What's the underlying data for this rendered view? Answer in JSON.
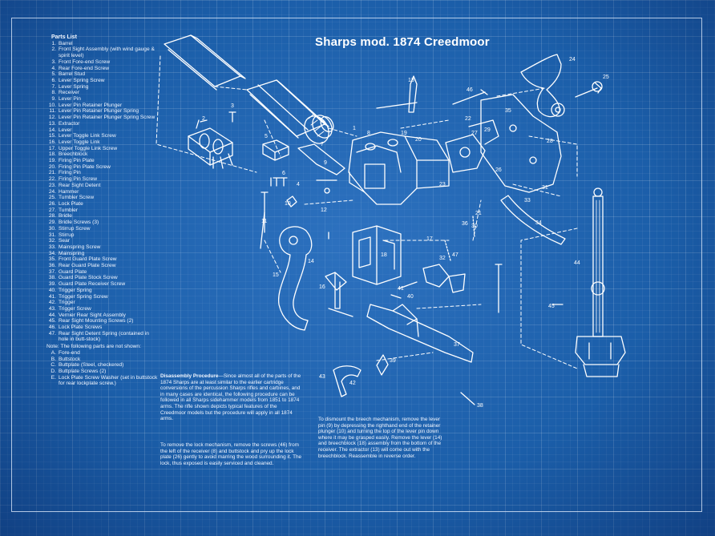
{
  "title": "Sharps mod. 1874 Creedmoor",
  "parts_list": {
    "heading": "Parts List",
    "items": [
      {
        "n": "1.",
        "t": "Barrel"
      },
      {
        "n": "2.",
        "t": "Front Sight Assembly (with wind gauge & spirit level)"
      },
      {
        "n": "3.",
        "t": "Front Fore-end Screw"
      },
      {
        "n": "4.",
        "t": "Rear Fore-end Screw"
      },
      {
        "n": "5.",
        "t": "Barrel Stud"
      },
      {
        "n": "6.",
        "t": "Lever Spring Screw"
      },
      {
        "n": "7.",
        "t": "Lever Spring"
      },
      {
        "n": "8.",
        "t": "Receiver"
      },
      {
        "n": "9.",
        "t": "Lever Pin"
      },
      {
        "n": "10.",
        "t": "Lever Pin Retainer Plunger"
      },
      {
        "n": "11.",
        "t": "Lever Pin Retainer Plunger Spring"
      },
      {
        "n": "12.",
        "t": "Lever Pin Retainer Plunger Spring Screw"
      },
      {
        "n": "13.",
        "t": "Extractor"
      },
      {
        "n": "14.",
        "t": "Lever"
      },
      {
        "n": "15.",
        "t": "Lever Toggle Link Screw"
      },
      {
        "n": "16.",
        "t": "Lever Toggle Link"
      },
      {
        "n": "17.",
        "t": "Upper Toggle Link Screw"
      },
      {
        "n": "18.",
        "t": "Breechblock"
      },
      {
        "n": "19.",
        "t": "Firing Pin Plate"
      },
      {
        "n": "20.",
        "t": "Firing Pin Plate Screw"
      },
      {
        "n": "21.",
        "t": "Firing Pin"
      },
      {
        "n": "22.",
        "t": "Firing Pin Screw"
      },
      {
        "n": "23.",
        "t": "Rear Sight Detent"
      },
      {
        "n": "24.",
        "t": "Hammer"
      },
      {
        "n": "25.",
        "t": "Tumbler Screw"
      },
      {
        "n": "26.",
        "t": "Lock Plate"
      },
      {
        "n": "27.",
        "t": "Tumbler"
      },
      {
        "n": "28.",
        "t": "Bridle"
      },
      {
        "n": "29.",
        "t": "Bridle Screws (3)"
      },
      {
        "n": "30.",
        "t": "Stirrup Screw"
      },
      {
        "n": "31.",
        "t": "Stirrup"
      },
      {
        "n": "32.",
        "t": "Sear"
      },
      {
        "n": "33.",
        "t": "Mainspring Screw"
      },
      {
        "n": "34.",
        "t": "Mainspring"
      },
      {
        "n": "35.",
        "t": "Front Guard Plate Screw"
      },
      {
        "n": "36.",
        "t": "Rear Guard Plate Screw"
      },
      {
        "n": "37.",
        "t": "Guard Plate"
      },
      {
        "n": "38.",
        "t": "Guard Plate Stock Screw"
      },
      {
        "n": "39.",
        "t": "Guard Plate Receiver Screw"
      },
      {
        "n": "40.",
        "t": "Trigger Spring"
      },
      {
        "n": "41.",
        "t": "Trigger Spring Screw"
      },
      {
        "n": "42.",
        "t": "Trigger"
      },
      {
        "n": "43.",
        "t": "Trigger Screw"
      },
      {
        "n": "44.",
        "t": "Vernier Rear Sight Assembly"
      },
      {
        "n": "45.",
        "t": "Rear Sight Mounting Screws (2)"
      },
      {
        "n": "46.",
        "t": "Lock Plate Screws"
      },
      {
        "n": "47.",
        "t": "Rear Sight Detent Spring (contained in hole in butt-stock)"
      }
    ],
    "note_heading": "Note: The following parts are not shown:",
    "notes": [
      {
        "n": "A.",
        "t": "Fore-end"
      },
      {
        "n": "B.",
        "t": "Buttstock"
      },
      {
        "n": "C.",
        "t": "Buttplate (Steel, checkered)"
      },
      {
        "n": "D.",
        "t": "Buttplate Screws (2)"
      },
      {
        "n": "E.",
        "t": "Lock Plate Screw Washer (set in buttstock for rear lockplate screw.)"
      }
    ]
  },
  "procedure": {
    "lead": "Disassembly Procedure",
    "text_a": "—Since almost all of the parts of the 1874 Sharps are at least similar to the earlier cartridge conversions of the percussion Sharps rifles and carbines, and in many cases are identical, the following procedure can be followed in all Sharps sidehammer models from 1851 to 1874 arms. The rifle shown depicts typical features of the Creedmoor models but the procedure will apply in all 1874 arms.",
    "text_b": "To remove the lock mechanism, remove the screws (46) from the left of the receiver (8) and buttstock and pry up the lock plate (26) gently to avoid marring the wood surrounding it. The lock, thus exposed is easily serviced and cleaned.",
    "text_c": "To dismount the breech mechanism, remove the lever pin (9) by depressing the righthand end of the retainer plunger (10) and turning the top of the lever pin down where it may be grasped easily. Remove the lever (14) and breechblock (18) assembly from the bottom of the receiver. The extractor (13) will come out with the breechblock. Reassemble in reverse order."
  },
  "callouts": [
    "1",
    "2",
    "3",
    "4",
    "5",
    "6",
    "7",
    "8",
    "9",
    "10",
    "11",
    "12",
    "13",
    "14",
    "15",
    "16",
    "17",
    "18",
    "19",
    "20",
    "21",
    "22",
    "23",
    "24",
    "25",
    "26",
    "27",
    "28",
    "29",
    "30",
    "31",
    "32",
    "33",
    "34",
    "35",
    "36",
    "37",
    "38",
    "39",
    "40",
    "41",
    "42",
    "43",
    "44",
    "45",
    "46",
    "47"
  ],
  "colors": {
    "background": "#1b5ea9",
    "ink": "#ffffff",
    "grid": "rgba(255,255,255,0.10)"
  }
}
